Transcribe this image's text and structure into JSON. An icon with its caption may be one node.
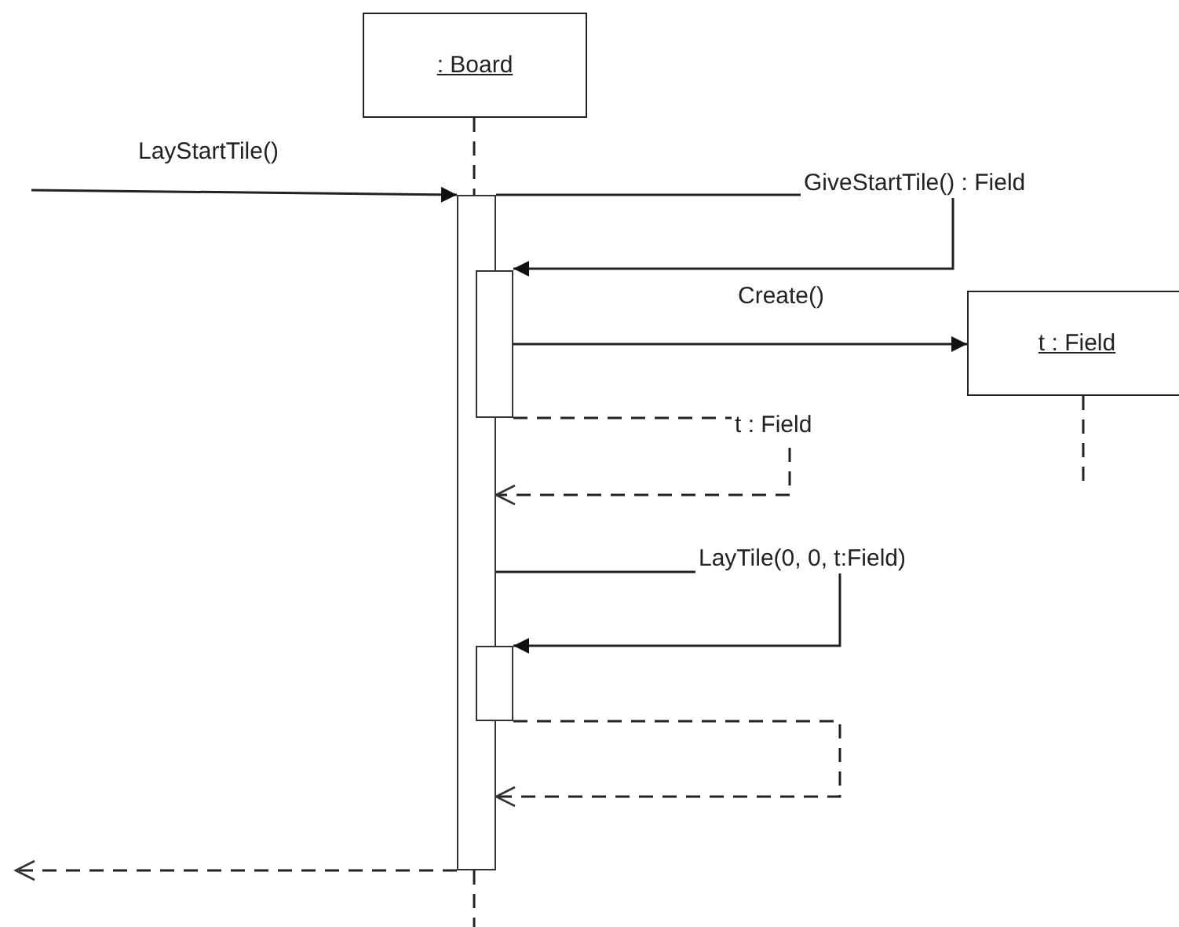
{
  "diagram": {
    "nodes": [
      {
        "text": [
          ": Board"
        ]
      },
      {
        "text": [
          "t : Field"
        ]
      },
      {
        "text": [],
        "shape": "bar"
      },
      {
        "text": [],
        "shape": "bar"
      },
      {
        "text": [],
        "shape": "bar"
      }
    ],
    "edges": [
      {
        "from": null,
        "to": 2,
        "arrow": "to",
        "label": "LayStartTile()"
      },
      {
        "from": 2,
        "to": 3,
        "arrow": "to",
        "label": "GiveStartTile() : Field"
      },
      {
        "from": 3,
        "to": 1,
        "arrow": "to",
        "label": "Create()"
      },
      {
        "from": 3,
        "to": 2,
        "arrow": "to",
        "label": "t : Field",
        "style": "dashed"
      },
      {
        "from": 2,
        "to": 4,
        "arrow": "to",
        "label": "LayTile(0, 0, t:Field)"
      },
      {
        "from": 4,
        "to": 2,
        "arrow": "to",
        "style": "dashed"
      },
      {
        "from": 2,
        "to": null,
        "arrow": "to",
        "style": "dashed"
      },
      {
        "from": 0,
        "to": 2,
        "arrow": "none",
        "style": "dashed"
      },
      {
        "from": 2,
        "to": null,
        "arrow": "none",
        "style": "dashed"
      },
      {
        "from": 1,
        "to": null,
        "arrow": "none",
        "style": "dashed"
      }
    ]
  }
}
